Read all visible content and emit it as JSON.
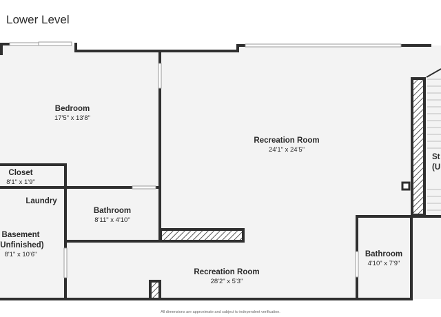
{
  "title": "Lower Level",
  "rooms": {
    "bedroom": {
      "name": "Bedroom",
      "dims": "17'5\" x 13'8\""
    },
    "recreation_main": {
      "name": "Recreation Room",
      "dims": "24'1\" x 24'5\""
    },
    "closet": {
      "name": "Closet",
      "dims": "8'1\" x 1'9\""
    },
    "laundry": {
      "name": "Laundry"
    },
    "bathroom_center": {
      "name": "Bathroom",
      "dims": "8'11\" x 4'10\""
    },
    "basement": {
      "name": "Basement",
      "name2": "(Unfinished)",
      "dims": "8'1\" x 10'6\""
    },
    "recreation_lower": {
      "name": "Recreation Room",
      "dims": "28'2\" x 5'3\""
    },
    "bathroom_right": {
      "name": "Bathroom",
      "dims": "4'10\" x 7'9\""
    },
    "stairs": {
      "name": "St",
      "name2": "(U"
    }
  },
  "footer": "All dimensions are approximate and subject to independent verification.",
  "colors": {
    "wall": "#2f2f2f",
    "floor": "#f3f3f3",
    "hatch": "#555555",
    "window": "#d9d9d9"
  }
}
